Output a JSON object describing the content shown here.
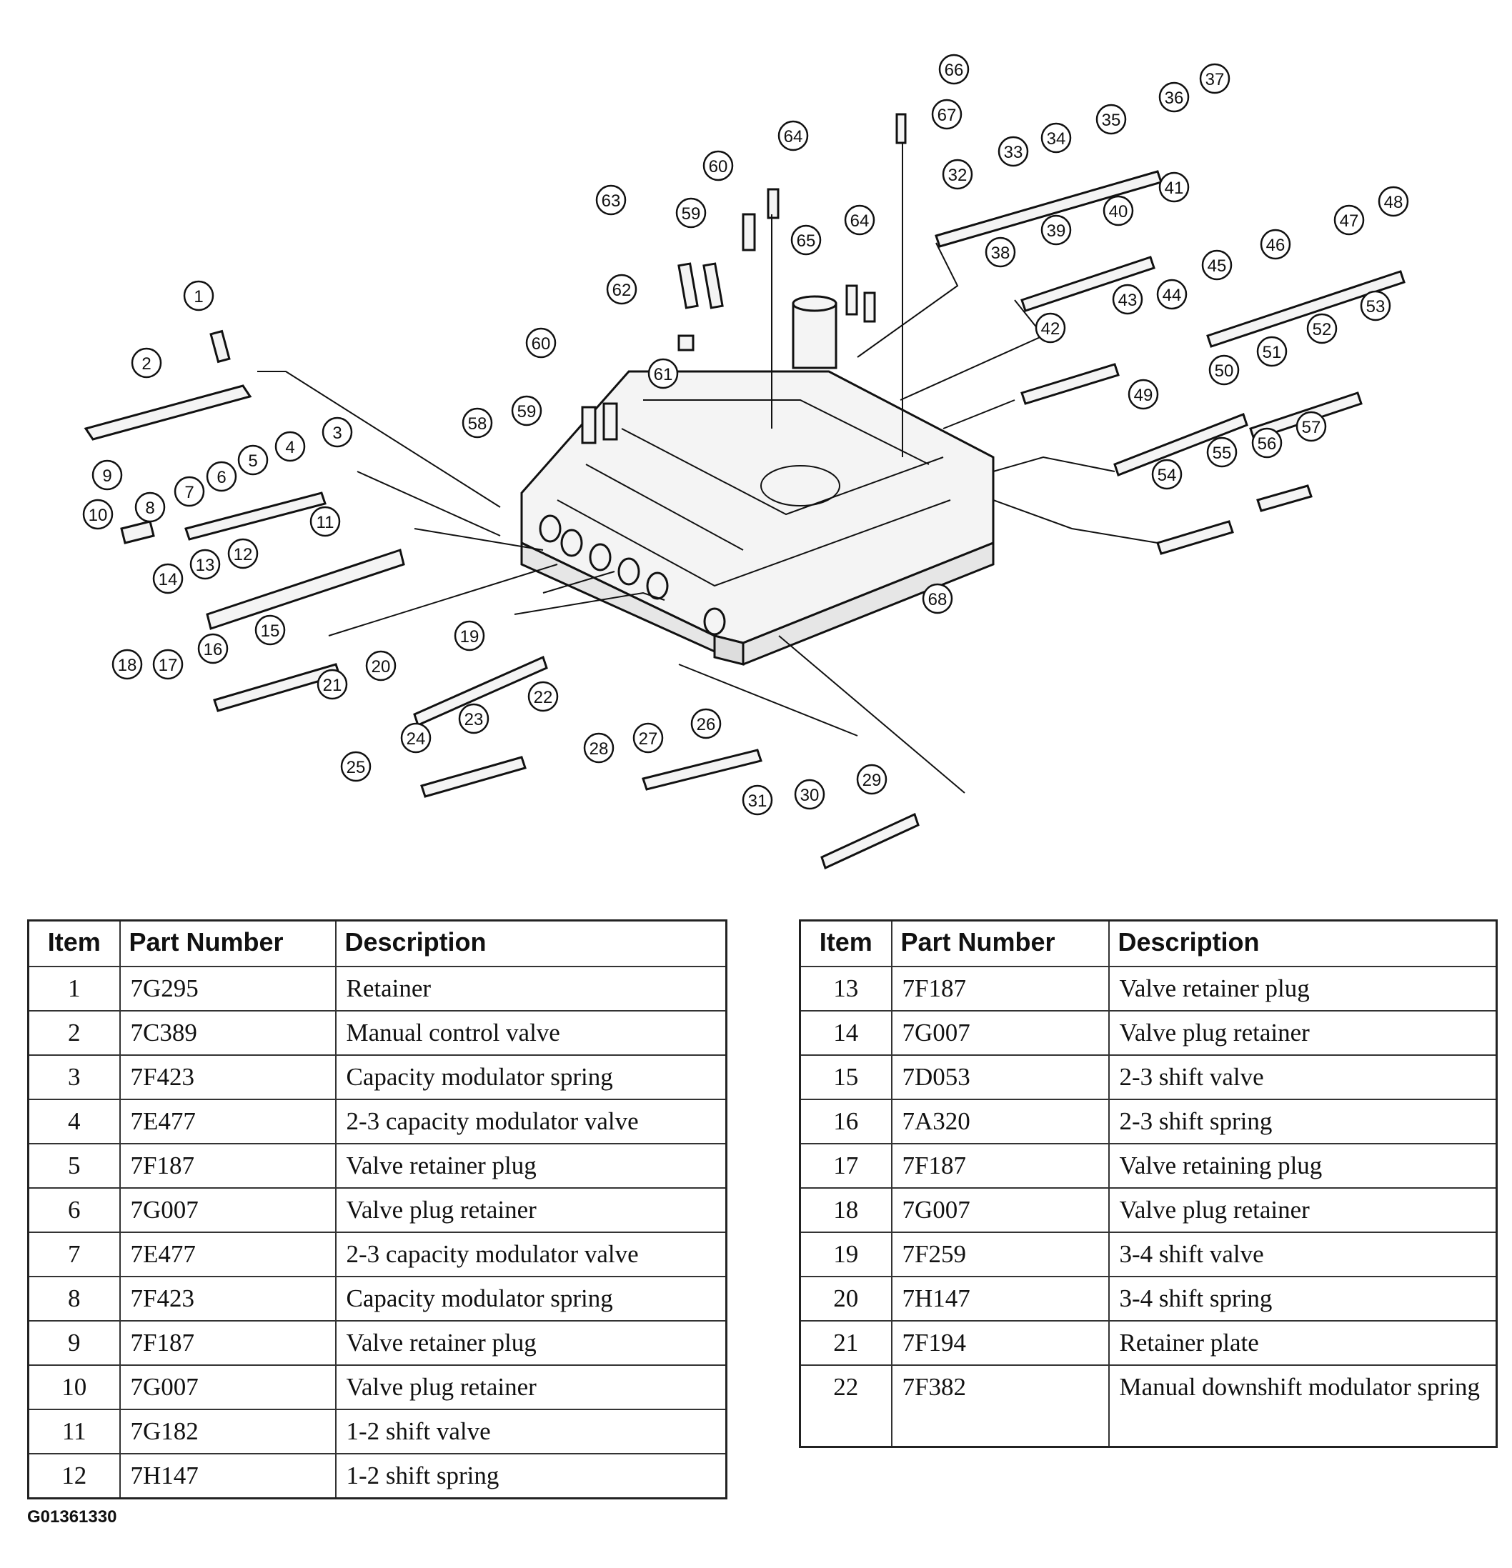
{
  "diagram": {
    "callouts": [
      "1",
      "2",
      "3",
      "4",
      "5",
      "6",
      "7",
      "8",
      "9",
      "10",
      "11",
      "12",
      "13",
      "14",
      "15",
      "16",
      "17",
      "18",
      "19",
      "20",
      "21",
      "22",
      "23",
      "24",
      "25",
      "26",
      "27",
      "28",
      "29",
      "30",
      "31",
      "32",
      "33",
      "34",
      "35",
      "36",
      "37",
      "38",
      "39",
      "40",
      "41",
      "42",
      "43",
      "44",
      "45",
      "46",
      "47",
      "48",
      "49",
      "50",
      "51",
      "52",
      "53",
      "54",
      "55",
      "56",
      "57",
      "58",
      "59",
      "59",
      "60",
      "60",
      "61",
      "62",
      "63",
      "64",
      "64",
      "65",
      "66",
      "67",
      "68"
    ]
  },
  "table_left": {
    "headers": {
      "item": "Item",
      "part_number": "Part Number",
      "description": "Description"
    },
    "rows": [
      {
        "item": "1",
        "part_number": "7G295",
        "description": "Retainer"
      },
      {
        "item": "2",
        "part_number": "7C389",
        "description": "Manual control valve"
      },
      {
        "item": "3",
        "part_number": "7F423",
        "description": "Capacity modulator spring"
      },
      {
        "item": "4",
        "part_number": "7E477",
        "description": "2-3 capacity modulator valve"
      },
      {
        "item": "5",
        "part_number": "7F187",
        "description": "Valve retainer plug"
      },
      {
        "item": "6",
        "part_number": "7G007",
        "description": "Valve plug retainer"
      },
      {
        "item": "7",
        "part_number": "7E477",
        "description": "2-3 capacity modulator valve"
      },
      {
        "item": "8",
        "part_number": "7F423",
        "description": "Capacity modulator spring"
      },
      {
        "item": "9",
        "part_number": "7F187",
        "description": "Valve retainer plug"
      },
      {
        "item": "10",
        "part_number": "7G007",
        "description": "Valve plug retainer"
      },
      {
        "item": "11",
        "part_number": "7G182",
        "description": "1-2 shift valve"
      },
      {
        "item": "12",
        "part_number": "7H147",
        "description": "1-2 shift spring"
      }
    ]
  },
  "table_right": {
    "headers": {
      "item": "Item",
      "part_number": "Part Number",
      "description": "Description"
    },
    "rows": [
      {
        "item": "13",
        "part_number": "7F187",
        "description": "Valve retainer plug"
      },
      {
        "item": "14",
        "part_number": "7G007",
        "description": "Valve plug retainer"
      },
      {
        "item": "15",
        "part_number": "7D053",
        "description": "2-3 shift valve"
      },
      {
        "item": "16",
        "part_number": "7A320",
        "description": "2-3 shift spring"
      },
      {
        "item": "17",
        "part_number": "7F187",
        "description": "Valve retaining plug"
      },
      {
        "item": "18",
        "part_number": "7G007",
        "description": "Valve plug retainer"
      },
      {
        "item": "19",
        "part_number": "7F259",
        "description": "3-4 shift valve"
      },
      {
        "item": "20",
        "part_number": "7H147",
        "description": "3-4 shift spring"
      },
      {
        "item": "21",
        "part_number": "7F194",
        "description": "Retainer plate"
      },
      {
        "item": "22",
        "part_number": "7F382",
        "description": "Manual downshift modulator spring"
      }
    ]
  },
  "reference_code": "G01361330"
}
